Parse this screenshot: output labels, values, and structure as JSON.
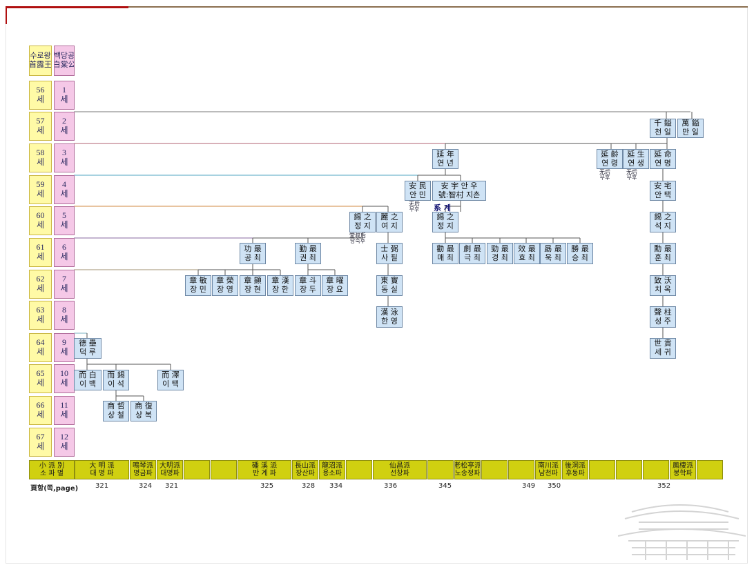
{
  "header": {
    "gen_label": [
      "수로왕",
      "首露王"
    ],
    "sei_label": [
      "백당공",
      "白棠公"
    ]
  },
  "gen_rows": [
    {
      "gen": "56",
      "seq": "1",
      "unit": "세"
    },
    {
      "gen": "57",
      "seq": "2",
      "unit": "세"
    },
    {
      "gen": "58",
      "seq": "3",
      "unit": "세"
    },
    {
      "gen": "59",
      "seq": "4",
      "unit": "세"
    },
    {
      "gen": "60",
      "seq": "5",
      "unit": "세"
    },
    {
      "gen": "61",
      "seq": "6",
      "unit": "세"
    },
    {
      "gen": "62",
      "seq": "7",
      "unit": "세"
    },
    {
      "gen": "63",
      "seq": "8",
      "unit": "세"
    },
    {
      "gen": "64",
      "seq": "9",
      "unit": "세"
    },
    {
      "gen": "65",
      "seq": "10",
      "unit": "세"
    },
    {
      "gen": "66",
      "seq": "11",
      "unit": "세"
    },
    {
      "gen": "67",
      "seq": "12",
      "unit": "세"
    }
  ],
  "persons": [
    {
      "id": "p57_1",
      "hanja": "千 鎰",
      "hangul": "천 일"
    },
    {
      "id": "p57_2",
      "hanja": "萬 鎰",
      "hangul": "만 일"
    },
    {
      "id": "p58_1",
      "hanja": "延 年",
      "hangul": "연 년"
    },
    {
      "id": "p58_2",
      "hanja": "延 齡",
      "hangul": "연 령"
    },
    {
      "id": "p58_3",
      "hanja": "延 生",
      "hangul": "연 생"
    },
    {
      "id": "p58_4",
      "hanja": "延 命",
      "hangul": "연 명"
    },
    {
      "id": "p59_1",
      "hanja": "安 民",
      "hangul": "안 민"
    },
    {
      "id": "p59_2",
      "hanja": "安 宇 안 우",
      "hangul": "號:智村 지촌"
    },
    {
      "id": "p59_3",
      "hanja": "安 宅",
      "hangul": "안 택"
    },
    {
      "id": "p60_1",
      "hanja": "錫 之",
      "hangul": "정 지"
    },
    {
      "id": "p60_2",
      "hanja": "麗 之",
      "hangul": "여 지"
    },
    {
      "id": "p60_3",
      "hanja": "錫 之",
      "hangul": "정 지"
    },
    {
      "id": "p60_4",
      "hanja": "錫 之",
      "hangul": "석 지"
    },
    {
      "id": "p61_1",
      "hanja": "功 最",
      "hangul": "공 최"
    },
    {
      "id": "p61_2",
      "hanja": "勤 最",
      "hangul": "권 최"
    },
    {
      "id": "p61_3",
      "hanja": "士 弼",
      "hangul": "사 필"
    },
    {
      "id": "p61_4",
      "hanja": "勸 最",
      "hangul": "매 최"
    },
    {
      "id": "p61_5",
      "hanja": "劇 最",
      "hangul": "극 최"
    },
    {
      "id": "p61_6",
      "hanja": "勁 最",
      "hangul": "경 최"
    },
    {
      "id": "p61_7",
      "hanja": "效 最",
      "hangul": "효 최"
    },
    {
      "id": "p61_8",
      "hanja": "勗 最",
      "hangul": "욱 최"
    },
    {
      "id": "p61_9",
      "hanja": "勝 最",
      "hangul": "승 최"
    },
    {
      "id": "p61_10",
      "hanja": "勳 最",
      "hangul": "훈 최"
    },
    {
      "id": "p62_1",
      "hanja": "章 敏",
      "hangul": "장 민"
    },
    {
      "id": "p62_2",
      "hanja": "章 榮",
      "hangul": "장 영"
    },
    {
      "id": "p62_3",
      "hanja": "章 顯",
      "hangul": "장 현"
    },
    {
      "id": "p62_4",
      "hanja": "章 漢",
      "hangul": "장 한"
    },
    {
      "id": "p62_5",
      "hanja": "章 斗",
      "hangul": "장 두"
    },
    {
      "id": "p62_6",
      "hanja": "章 曜",
      "hangul": "장 요"
    },
    {
      "id": "p62_7",
      "hanja": "東 實",
      "hangul": "동 실"
    },
    {
      "id": "p62_8",
      "hanja": "致 沃",
      "hangul": "치 옥"
    },
    {
      "id": "p63_1",
      "hanja": "漢 泳",
      "hangul": "한 영"
    },
    {
      "id": "p63_2",
      "hanja": "聲 柱",
      "hangul": "성 주"
    },
    {
      "id": "p64_1",
      "hanja": "德 壘",
      "hangul": "덕 루"
    },
    {
      "id": "p64_2",
      "hanja": "世 貴",
      "hangul": "세 귀"
    },
    {
      "id": "p65_1",
      "hanja": "而 白",
      "hangul": "이 백"
    },
    {
      "id": "p65_2",
      "hanja": "而 錫",
      "hangul": "이 석"
    },
    {
      "id": "p65_3",
      "hanja": "而 澤",
      "hangul": "이 택"
    },
    {
      "id": "p66_1",
      "hanja": "商 哲",
      "hangul": "상 철"
    },
    {
      "id": "p66_2",
      "hanja": "商 復",
      "hangul": "상 복"
    }
  ],
  "notes": {
    "n58_2": [
      "无后",
      "무후"
    ],
    "n58_3": [
      "无后",
      "무후"
    ],
    "n59_1": [
      "无后",
      "무후"
    ],
    "n60_1": [
      "堂叔后",
      "당숙후"
    ],
    "keigai": "系 계"
  },
  "branch": {
    "label": [
      "小 派 別",
      "소 파 별"
    ],
    "cells": [
      {
        "l1": "大 明 派",
        "l2": "대 명 파"
      },
      {
        "l1": "鳴琴派",
        "l2": "명금파"
      },
      {
        "l1": "大明派",
        "l2": "대명파"
      },
      {
        "l1": "",
        "l2": ""
      },
      {
        "l1": "",
        "l2": ""
      },
      {
        "l1": "磻 溪 派",
        "l2": "반 계 파"
      },
      {
        "l1": "長山派",
        "l2": "장산파"
      },
      {
        "l1": "龍沼派",
        "l2": "용소파"
      },
      {
        "l1": "",
        "l2": ""
      },
      {
        "l1": "仙昌派",
        "l2": "선창파"
      },
      {
        "l1": "",
        "l2": ""
      },
      {
        "l1": "老松亭派",
        "l2": "노송정파"
      },
      {
        "l1": "",
        "l2": ""
      },
      {
        "l1": "",
        "l2": ""
      },
      {
        "l1": "南川派",
        "l2": "남천파"
      },
      {
        "l1": "後洞派",
        "l2": "후동파"
      },
      {
        "l1": "",
        "l2": ""
      },
      {
        "l1": "",
        "l2": ""
      },
      {
        "l1": "",
        "l2": ""
      },
      {
        "l1": "鳳棲派",
        "l2": "봉학파"
      },
      {
        "l1": "",
        "l2": ""
      }
    ],
    "page_label": "頁항(쪽,page)",
    "pages": [
      "321",
      "324",
      "321",
      "325",
      "328",
      "334",
      "336",
      "345",
      "349",
      "350",
      "352"
    ]
  },
  "colors": {
    "gen_fill": "#fffaa6",
    "sei_fill": "#f5c8e7",
    "person_fill": "#cfe3f5",
    "branch_fill": "#d0d010",
    "accent": "#b01010",
    "topline": "#8a6e4e"
  }
}
